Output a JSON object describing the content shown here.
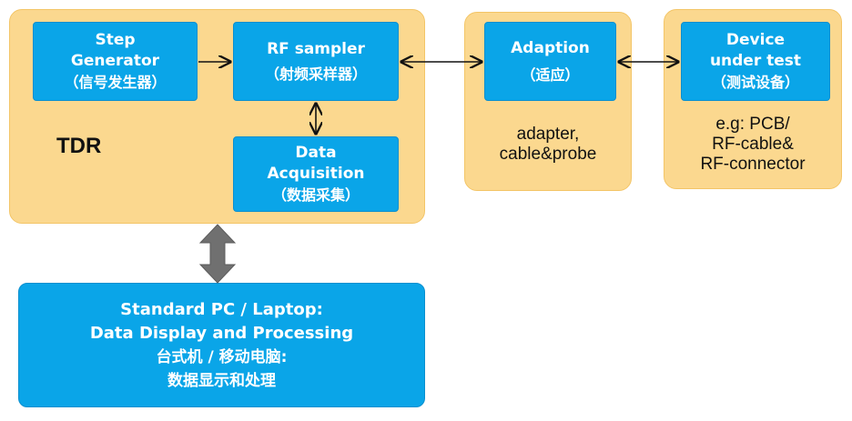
{
  "tdr_panel": {
    "label": "TDR",
    "step_generator": {
      "line1": "Step",
      "line2": "Generator",
      "zh": "（信号发生器）"
    },
    "rf_sampler": {
      "line1": "RF sampler",
      "zh": "（射频采样器）"
    },
    "data_acquisition": {
      "line1": "Data",
      "line2": "Acquisition",
      "zh": "（数据采集）"
    }
  },
  "adaption_panel": {
    "box": {
      "line1": "Adaption",
      "zh": "（适应）"
    },
    "note": {
      "line1": "adapter,",
      "line2": "cable&probe"
    }
  },
  "dut_panel": {
    "box": {
      "line1": "Device",
      "line2": "under test",
      "zh": "（测试设备）"
    },
    "note": {
      "line1": "e.g: PCB/",
      "line2": "RF-cable&",
      "line3": "RF-connector"
    }
  },
  "pc_box": {
    "line1": "Standard PC / Laptop:",
    "line2": "Data Display and Processing",
    "line3": "台式机 / 移动电脑:",
    "line4": "数据显示和处理"
  },
  "colors": {
    "panel_fill": "#fbd88f",
    "box_fill": "#0aa5e8",
    "box_text": "#ffffff",
    "arrow": "#111111",
    "big_arrow": "#707070"
  }
}
